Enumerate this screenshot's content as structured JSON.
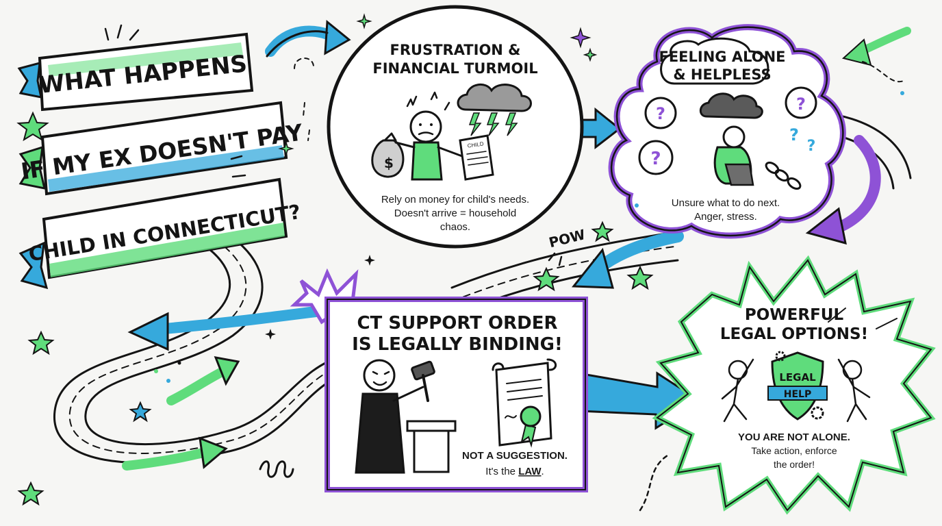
{
  "colors": {
    "green": "#5fdc7c",
    "blue": "#36a9dc",
    "purple": "#8e52d6",
    "ink": "#141414",
    "paper": "#f6f6f4"
  },
  "banner": {
    "line1": "WHAT HAPPENS",
    "line2": "IF MY EX DOESN'T PAY",
    "line3": "CHILD IN CONNECTICUT?"
  },
  "frustration": {
    "title1": "FRUSTRATION &",
    "title2": "FINANCIAL TURMOIL",
    "paper_label": "CHILD",
    "body1": "Rely on money for child's needs.",
    "body2": "Doesn't arrive = household",
    "body3": "chaos."
  },
  "alone": {
    "title1": "FEELING ALONE",
    "title2": "& HELPLESS",
    "body1": "Unsure what to do next.",
    "body2": "Anger, stress."
  },
  "pow": "POW",
  "order": {
    "title1": "CT SUPPORT ORDER",
    "title2": "IS LEGALLY BINDING!",
    "body1": "NOT A SUGGESTION.",
    "body2_prefix": "It's the ",
    "body2_emph": "LAW",
    "body2_suffix": "."
  },
  "options": {
    "title1": "POWERFUL",
    "title2": "LEGAL OPTIONS!",
    "shield1": "LEGAL",
    "shield2": "HELP",
    "body1": "YOU ARE NOT ALONE.",
    "body2": "Take action, enforce",
    "body3": "the order!"
  },
  "icons": [
    "money-bag-icon",
    "storm-cloud-icon",
    "question-mark-icon",
    "broken-chain-icon",
    "gavel-icon",
    "scroll-icon",
    "ribbon-seal-icon",
    "shield-icon",
    "gear-icon",
    "star-icon",
    "arrow-icon"
  ]
}
